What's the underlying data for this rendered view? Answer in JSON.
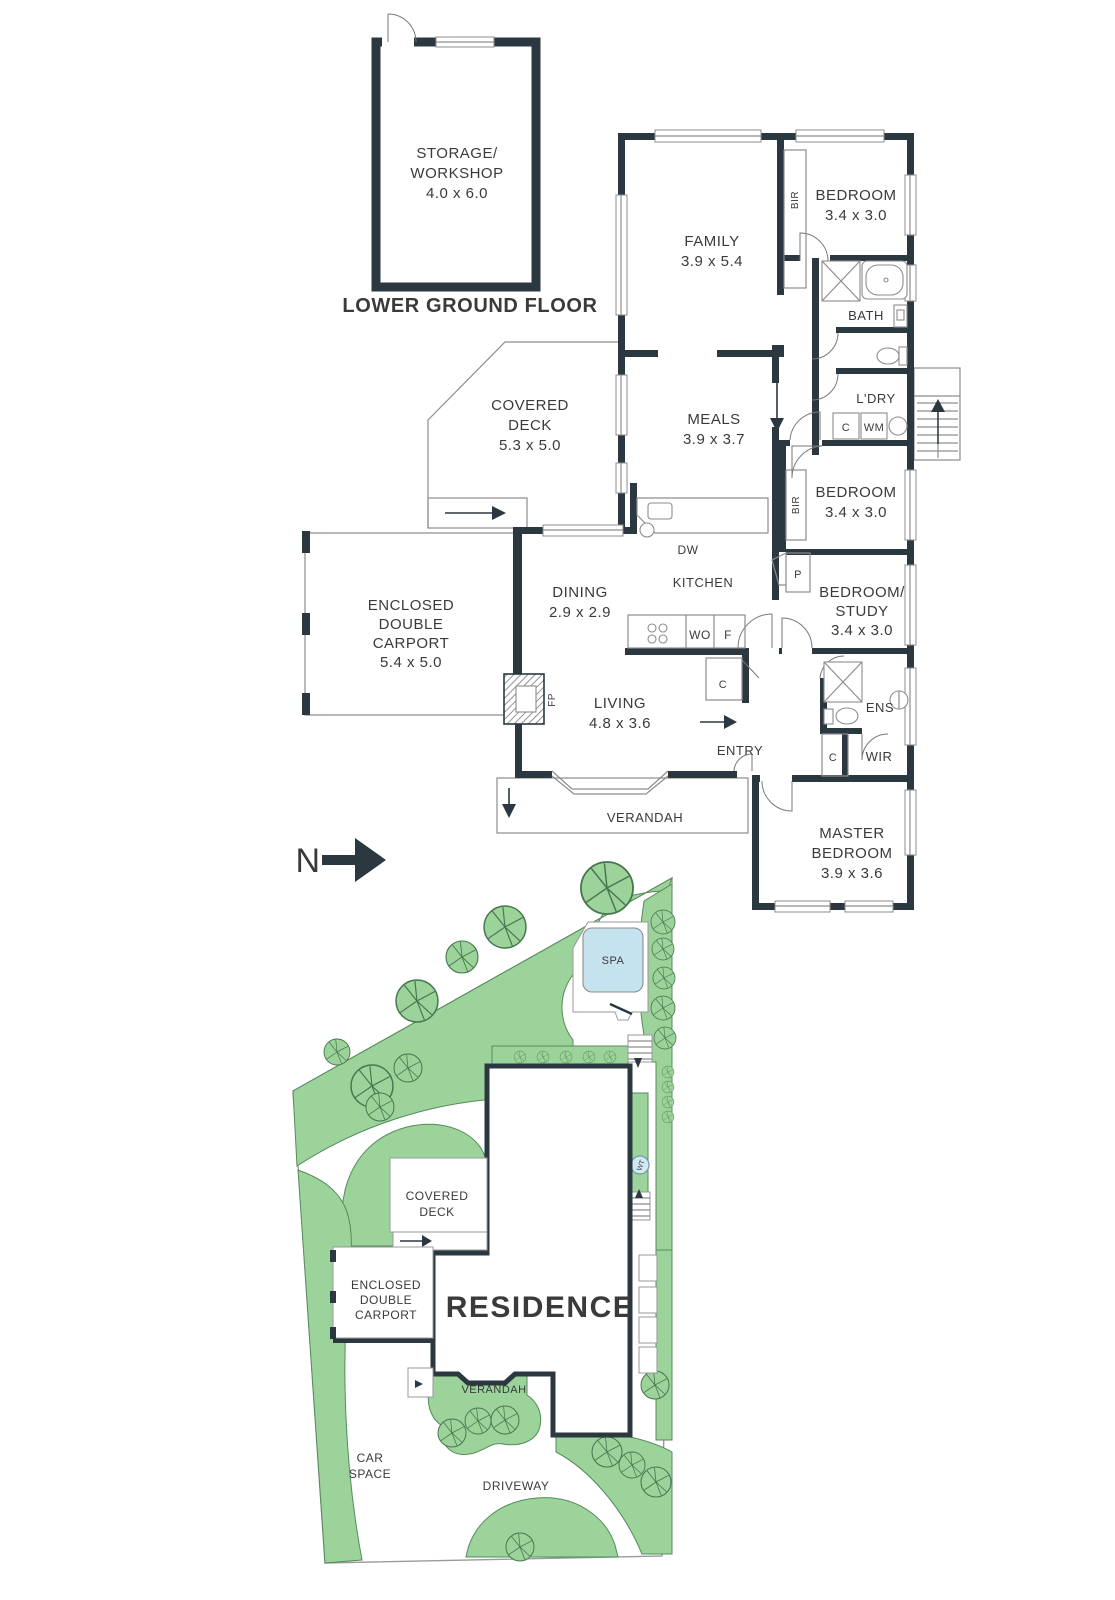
{
  "north_label": "N",
  "lower_ground_floor": {
    "storage_line1": "STORAGE/",
    "storage_line2": "WORKSHOP",
    "storage_dim": "4.0 x 6.0",
    "caption": "LOWER GROUND FLOOR"
  },
  "ground_floor": {
    "family": {
      "name": "FAMILY",
      "dim": "3.9 x 5.4"
    },
    "bedroom_top": {
      "name": "BEDROOM",
      "dim": "3.4 x 3.0",
      "bir": "BIR"
    },
    "bath": {
      "name": "BATH"
    },
    "laundry": {
      "name": "L'DRY",
      "cupboard": "C",
      "wm": "WM"
    },
    "bedroom_mid": {
      "name": "BEDROOM",
      "dim": "3.4 x 3.0",
      "bir": "BIR"
    },
    "pantry": "P",
    "bedroom_study": {
      "line1": "BEDROOM/",
      "line2": "STUDY",
      "dim": "3.4 x 3.0"
    },
    "covered_deck": {
      "line1": "COVERED",
      "line2": "DECK",
      "dim": "5.3 x 5.0"
    },
    "meals": {
      "name": "MEALS",
      "dim": "3.9 x 3.7"
    },
    "kitchen": {
      "name": "KITCHEN",
      "dw": "DW",
      "wo": "WO",
      "fridge": "F"
    },
    "dining": {
      "name": "DINING",
      "dim": "2.9 x 2.9"
    },
    "carport": {
      "line1": "ENCLOSED",
      "line2": "DOUBLE",
      "line3": "CARPORT",
      "dim": "5.4 x 5.0"
    },
    "living": {
      "name": "LIVING",
      "dim": "4.8 x 3.6",
      "fp": "FP",
      "cupboard": "C"
    },
    "entry": "ENTRY",
    "ens": {
      "name": "ENS"
    },
    "wir": {
      "name": "WIR",
      "cupboard": "C"
    },
    "master": {
      "line1": "MASTER",
      "line2": "BEDROOM",
      "dim": "3.9 x 3.6"
    },
    "verandah": "VERANDAH"
  },
  "site_plan": {
    "spa": "SPA",
    "water_tank": "WT",
    "residence": "RESIDENCE",
    "covered_deck": {
      "line1": "COVERED",
      "line2": "DECK"
    },
    "carport": {
      "line1": "ENCLOSED",
      "line2": "DOUBLE",
      "line3": "CARPORT"
    },
    "verandah": "VERANDAH",
    "car_space": {
      "line1": "CAR",
      "line2": "SPACE"
    },
    "driveway": "DRIVEWAY"
  },
  "colors": {
    "wall": "#2b3840",
    "thin_line": "#8d8d8d",
    "text": "#3a3a3a",
    "green": "#9bd39a",
    "green_edge": "#568b5b",
    "spa_blue": "#c5e3ef"
  }
}
